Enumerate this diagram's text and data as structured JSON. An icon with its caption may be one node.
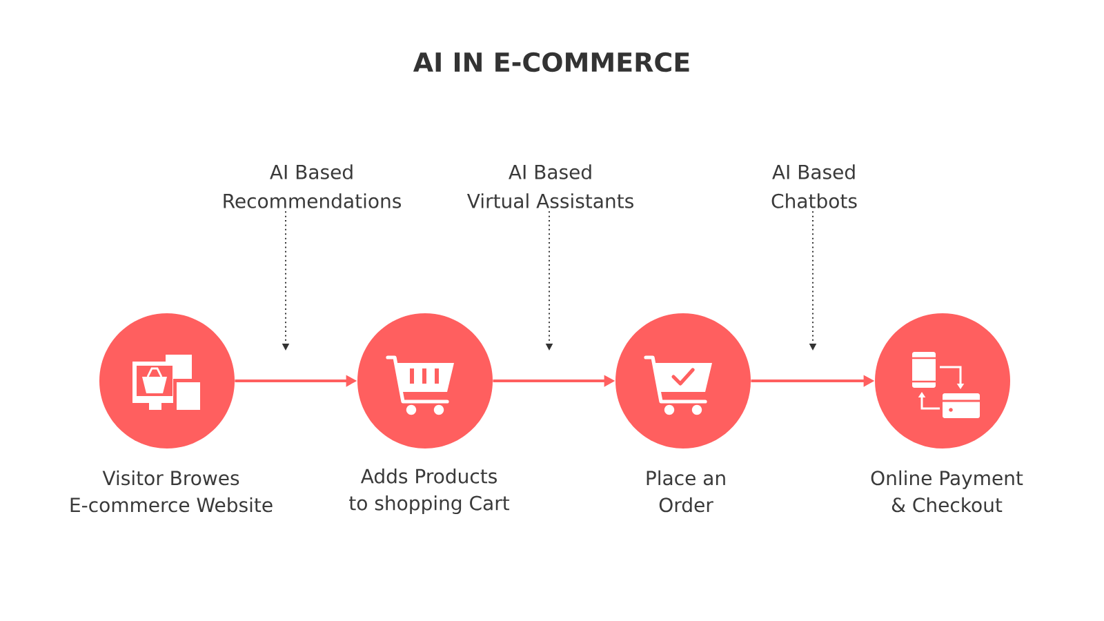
{
  "diagram": {
    "title": "AI IN E-COMMERCE",
    "nodes": [
      {
        "text": [
          "AI Based Recommendations"
        ]
      },
      {
        "text": [
          "AI Based Virtual Assistants"
        ]
      },
      {
        "text": [
          "AI Based Chatbots"
        ]
      },
      {
        "text": [],
        "shape": "circle",
        "beside": [
          "Visitor Browes E-commerce Website"
        ]
      },
      {
        "text": [],
        "shape": "circle",
        "beside": [
          "Adds Products to shopping Cart"
        ]
      },
      {
        "text": [],
        "shape": "circle",
        "beside": [
          "Place an Order"
        ]
      },
      {
        "text": [],
        "shape": "circle",
        "beside": [
          "Online Payment & Checkout"
        ]
      }
    ],
    "edges": [
      {
        "from": 3,
        "to": 4,
        "arrow": "to"
      },
      {
        "from": 4,
        "to": 5,
        "arrow": "to"
      },
      {
        "from": 5,
        "to": 6,
        "arrow": "to"
      },
      {
        "from": 0,
        "to": null,
        "arrow": "to",
        "style": "dashed",
        "color": "#333333"
      },
      {
        "from": 1,
        "to": null,
        "arrow": "to",
        "style": "dashed",
        "color": "#333333"
      },
      {
        "from": 2,
        "to": null,
        "arrow": "to",
        "style": "dashed",
        "color": "#333333"
      }
    ]
  }
}
